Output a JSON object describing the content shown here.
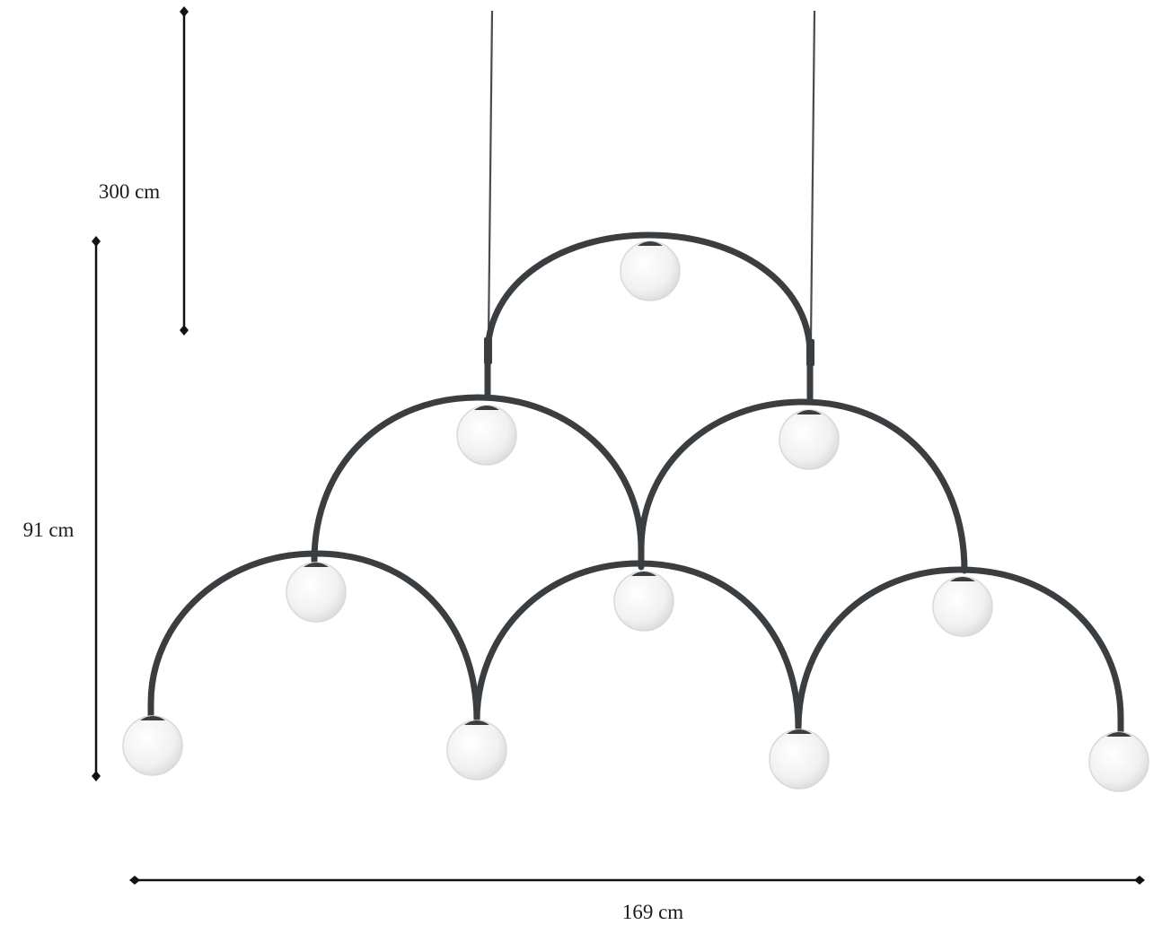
{
  "dimensions": {
    "cable_length": "300 cm",
    "height": "91 cm",
    "width": "169 cm"
  },
  "colors": {
    "frame": "#3b3e41",
    "cable": "#4a4c4f",
    "globe_fill": "#f4f4f4",
    "globe_edge": "#d9d9d9",
    "dimension_line": "#111111",
    "background": "#ffffff"
  },
  "icons": {
    "dimension_end": "diamond-end-icon",
    "globe": "glass-globe-icon"
  }
}
